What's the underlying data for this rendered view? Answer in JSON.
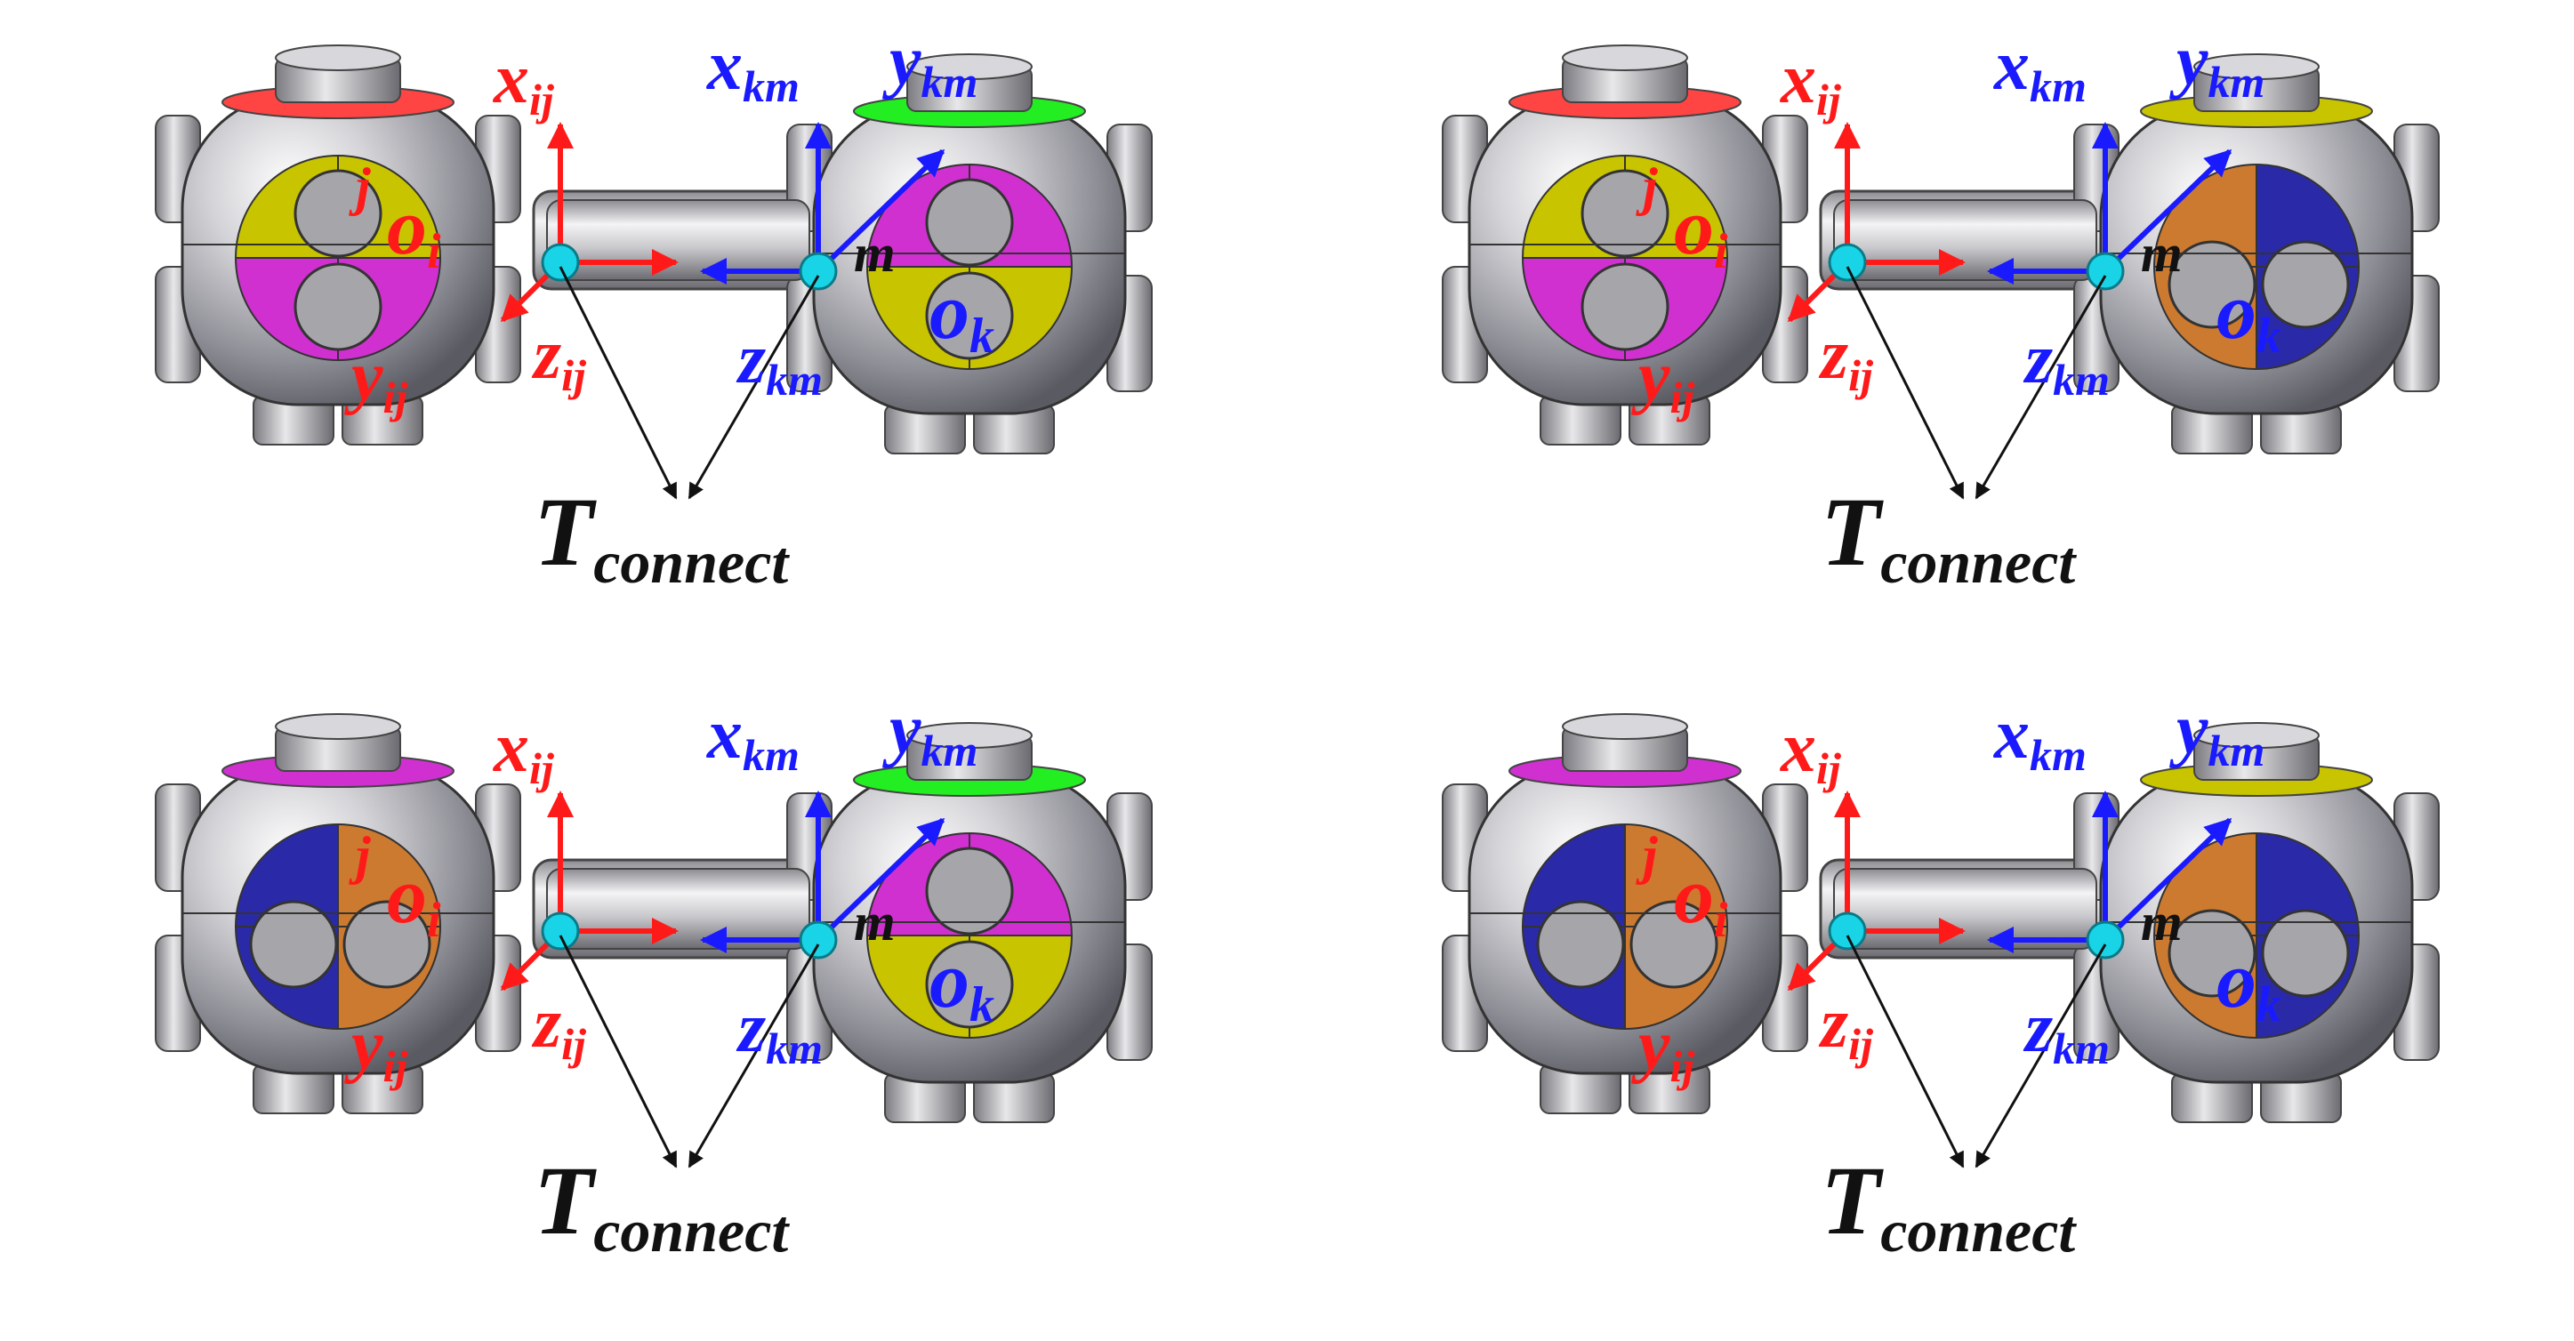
{
  "labels": {
    "x_ij": "x",
    "x_ij_sub": "ij",
    "y_ij": "y",
    "y_ij_sub": "ij",
    "z_ij": "z",
    "z_ij_sub": "ij",
    "o_i": "o",
    "o_i_sub": "i",
    "j": "j",
    "x_km": "x",
    "x_km_sub": "km",
    "y_km": "y",
    "y_km_sub": "km",
    "z_km": "z",
    "z_km_sub": "km",
    "o_k": "o",
    "o_k_sub": "k",
    "m": "m",
    "T": "T",
    "T_sub": "connect"
  },
  "colors": {
    "red_frame": "#ff1a1a",
    "blue_frame": "#1a1aff",
    "black_text": "#111111",
    "joint": "#19d4e6",
    "body_gray": "#a8a8ae",
    "yellow": "#c8c400",
    "magenta": "#d030d0",
    "green": "#22ee22",
    "orange": "#cc7a30",
    "navy": "#2a2aa8",
    "red_cap": "#ff4444"
  },
  "panels": [
    {
      "left_faces": [
        "yellow",
        "yellow",
        "magenta",
        "magenta"
      ],
      "left_top": "red_cap",
      "left_split": "h",
      "right_faces": [
        "magenta",
        "magenta",
        "yellow",
        "yellow"
      ],
      "right_top": "green",
      "right_split": "h"
    },
    {
      "left_faces": [
        "yellow",
        "yellow",
        "magenta",
        "magenta"
      ],
      "left_top": "red_cap",
      "left_split": "h",
      "right_faces": [
        "orange",
        "navy",
        "orange",
        "navy"
      ],
      "right_top": "yellow",
      "right_split": "v"
    },
    {
      "left_faces": [
        "navy",
        "orange",
        "navy",
        "orange"
      ],
      "left_top": "magenta",
      "left_split": "v",
      "right_faces": [
        "magenta",
        "magenta",
        "yellow",
        "yellow"
      ],
      "right_top": "green",
      "right_split": "h"
    },
    {
      "left_faces": [
        "navy",
        "orange",
        "navy",
        "orange"
      ],
      "left_top": "magenta",
      "left_split": "v",
      "right_faces": [
        "orange",
        "navy",
        "orange",
        "navy"
      ],
      "right_top": "yellow",
      "right_split": "v"
    }
  ]
}
